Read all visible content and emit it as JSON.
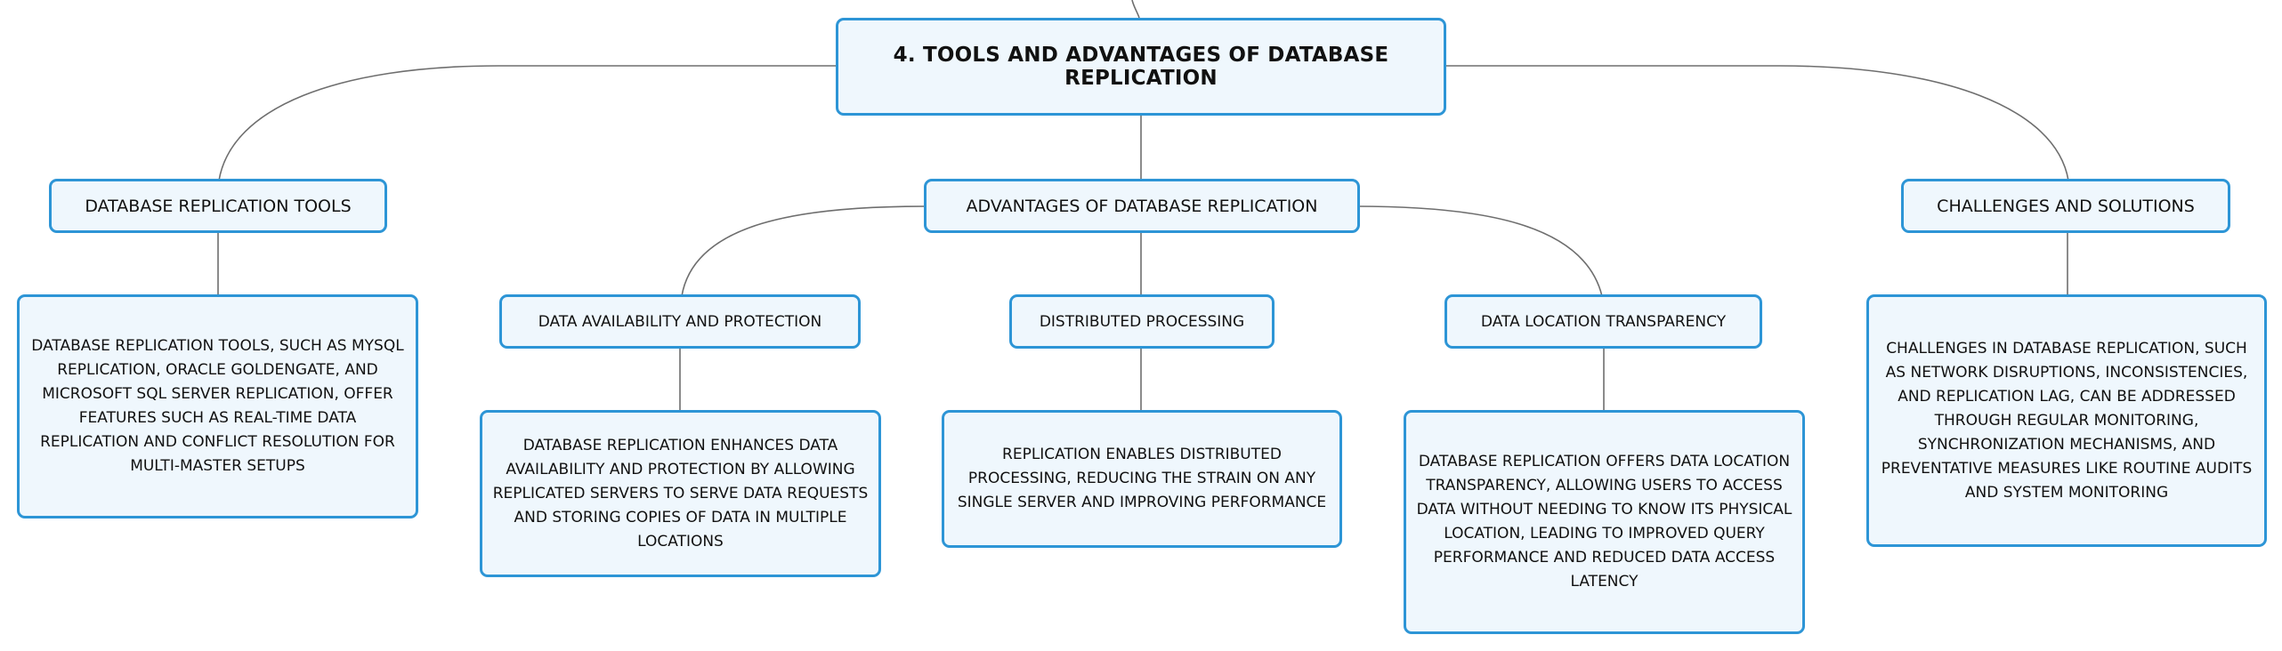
{
  "root": {
    "title": "4. TOOLS AND ADVANTAGES OF DATABASE REPLICATION"
  },
  "branches": {
    "tools": {
      "title": "DATABASE REPLICATION TOOLS",
      "description": "DATABASE REPLICATION TOOLS, SUCH AS MYSQL REPLICATION, ORACLE GOLDENGATE, AND MICROSOFT SQL SERVER REPLICATION, OFFER FEATURES SUCH AS REAL-TIME DATA REPLICATION AND CONFLICT RESOLUTION FOR MULTI-MASTER SETUPS"
    },
    "advantages": {
      "title": "ADVANTAGES OF DATABASE REPLICATION",
      "children": [
        {
          "title": "DATA AVAILABILITY AND PROTECTION",
          "description": "DATABASE REPLICATION ENHANCES DATA AVAILABILITY AND PROTECTION BY ALLOWING REPLICATED SERVERS TO SERVE DATA REQUESTS AND STORING COPIES OF DATA IN MULTIPLE LOCATIONS"
        },
        {
          "title": "DISTRIBUTED PROCESSING",
          "description": "REPLICATION ENABLES DISTRIBUTED PROCESSING, REDUCING THE STRAIN ON ANY SINGLE SERVER AND IMPROVING PERFORMANCE"
        },
        {
          "title": "DATA LOCATION TRANSPARENCY",
          "description": "DATABASE REPLICATION OFFERS DATA LOCATION TRANSPARENCY, ALLOWING USERS TO ACCESS DATA WITHOUT NEEDING TO KNOW ITS PHYSICAL LOCATION, LEADING TO IMPROVED QUERY PERFORMANCE AND REDUCED DATA ACCESS LATENCY"
        }
      ]
    },
    "challenges": {
      "title": "CHALLENGES AND SOLUTIONS",
      "description": "CHALLENGES IN DATABASE REPLICATION, SUCH AS NETWORK DISRUPTIONS, INCONSISTENCIES, AND REPLICATION LAG, CAN BE ADDRESSED THROUGH REGULAR MONITORING, SYNCHRONIZATION MECHANISMS, AND PREVENTATIVE MEASURES LIKE ROUTINE AUDITS AND SYSTEM MONITORING"
    }
  },
  "colors": {
    "border": "#2d95d6",
    "fill": "#eff7fd",
    "connector": "#6e6e6e"
  }
}
